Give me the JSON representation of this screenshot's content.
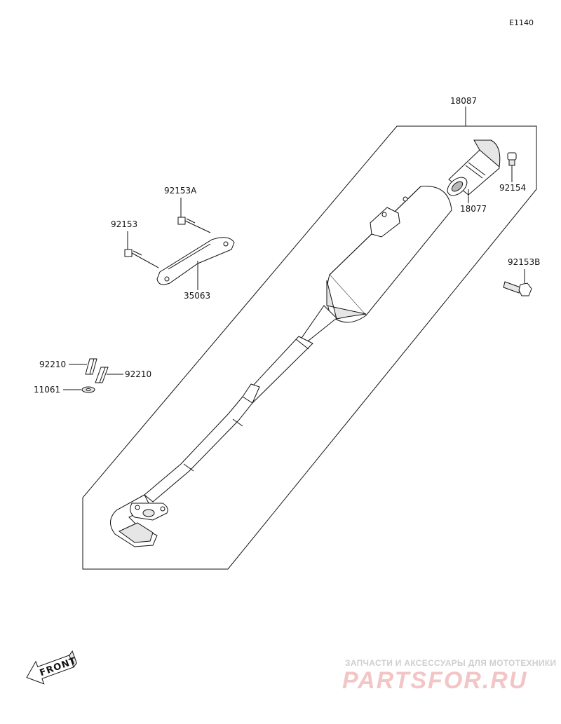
{
  "diagram": {
    "code": "E1140",
    "labels": {
      "muffler_assembly": "18087",
      "end_cap": "18077",
      "cap_bolt": "92154",
      "bracket_bolt_a": "92153A",
      "bracket_bolt": "92153",
      "bracket": "35063",
      "muffler_bolt_b": "92153B",
      "spring_left": "92210",
      "spring_right": "92210",
      "gasket": "11061"
    },
    "front_badge": "FRONT",
    "watermark": {
      "tagline": "ЗАПЧАСТИ И АКСЕССУАРЫ ДЛЯ МОТОТЕХНИКИ",
      "logo": "PARTSFOR.RU"
    }
  }
}
